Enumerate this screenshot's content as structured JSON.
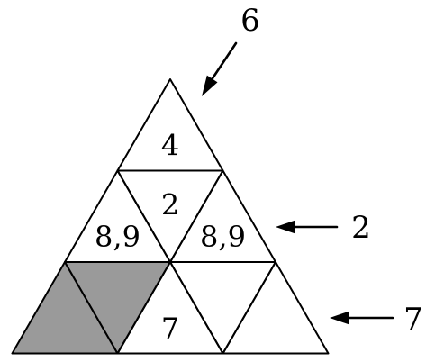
{
  "colors": {
    "line": "#000000",
    "shaded": "#9a9a9a",
    "background": "#ffffff"
  },
  "cells": [
    {
      "row": 0,
      "col": 0,
      "orient": "up",
      "text": "4",
      "shaded": false
    },
    {
      "row": 1,
      "col": 0,
      "orient": "up",
      "text": "8,9",
      "shaded": false
    },
    {
      "row": 1,
      "col": 1,
      "orient": "down",
      "text": "2",
      "shaded": false
    },
    {
      "row": 1,
      "col": 2,
      "orient": "up",
      "text": "8,9",
      "shaded": false
    },
    {
      "row": 2,
      "col": 0,
      "orient": "up",
      "text": "",
      "shaded": true
    },
    {
      "row": 2,
      "col": 1,
      "orient": "down",
      "text": "",
      "shaded": true
    },
    {
      "row": 2,
      "col": 2,
      "orient": "up",
      "text": "7",
      "shaded": false
    },
    {
      "row": 2,
      "col": 3,
      "orient": "down",
      "text": "",
      "shaded": false
    },
    {
      "row": 2,
      "col": 4,
      "orient": "up",
      "text": "",
      "shaded": false
    }
  ],
  "clues": {
    "diagonal": "6",
    "row2": "2",
    "row3": "7"
  }
}
